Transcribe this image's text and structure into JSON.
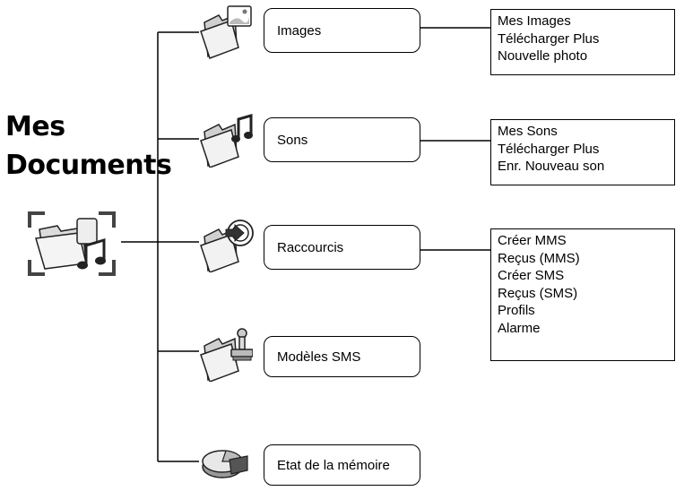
{
  "title": {
    "line1": "Mes",
    "line2": "Documents"
  },
  "icons": {
    "root": "documents-folder-music-icon",
    "images": "folder-image-icon",
    "sons": "folder-music-icon",
    "raccourcis": "folder-shortcut-icon",
    "modeles": "folder-stamp-icon",
    "memoire": "memory-pie-icon"
  },
  "branches": [
    {
      "label": "Images",
      "items": [
        "Mes Images",
        "Télécharger Plus",
        "Nouvelle photo"
      ]
    },
    {
      "label": "Sons",
      "items": [
        "Mes Sons",
        "Télécharger Plus",
        "Enr. Nouveau son"
      ]
    },
    {
      "label": "Raccourcis",
      "items": [
        "Créer MMS",
        "Reçus (MMS)",
        "Créer SMS",
        "Reçus (SMS)",
        "Profils",
        "Alarme"
      ]
    },
    {
      "label": "Modèles SMS",
      "items": []
    },
    {
      "label": "Etat de la mémoire",
      "items": []
    }
  ]
}
